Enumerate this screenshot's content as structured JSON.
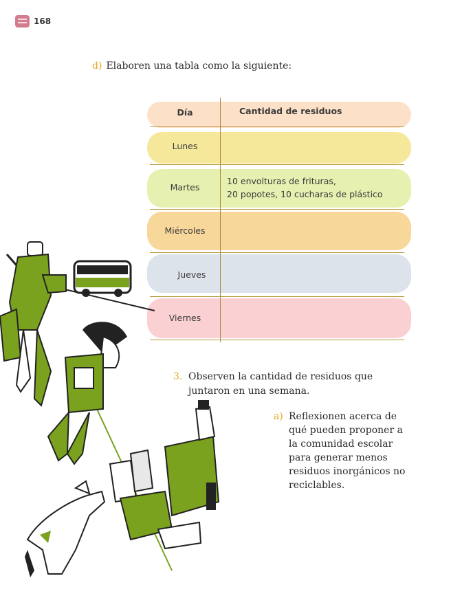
{
  "page": {
    "number": "168"
  },
  "instruction": {
    "letter": "d)",
    "text": "Elaboren una tabla como la siguiente:"
  },
  "table": {
    "headers": {
      "day": "Día",
      "quantity": "Cantidad de residuos"
    },
    "rows": [
      {
        "day": "Lunes",
        "quantity_lines": [
          "",
          ""
        ],
        "color": "#f6e89a"
      },
      {
        "day": "Martes",
        "quantity_lines": [
          "10 envolturas de frituras,",
          "20 popotes, 10 cucharas de plástico"
        ],
        "color": "#e6f0b0"
      },
      {
        "day": "Miércoles",
        "quantity_lines": [
          "",
          ""
        ],
        "color": "#f8d79a"
      },
      {
        "day": "Jueves",
        "quantity_lines": [
          "",
          ""
        ],
        "color": "#dde3ea"
      },
      {
        "day": "Viernes",
        "quantity_lines": [
          "",
          ""
        ],
        "color": "#fbd0d2"
      }
    ],
    "header_color": "#fde0c8"
  },
  "question3": {
    "num": "3.",
    "text": "Observen la cantidad de residuos que juntaron en una semana."
  },
  "question3a": {
    "num": "a)",
    "text": "Reflexionen acerca de qué pueden proponer a la comunidad escolar para generar menos residuos inorgánicos no reciclables."
  },
  "colors": {
    "accent": "#e6a621",
    "illustration_green": "#7aa21e",
    "brand": "#d27d8d"
  }
}
